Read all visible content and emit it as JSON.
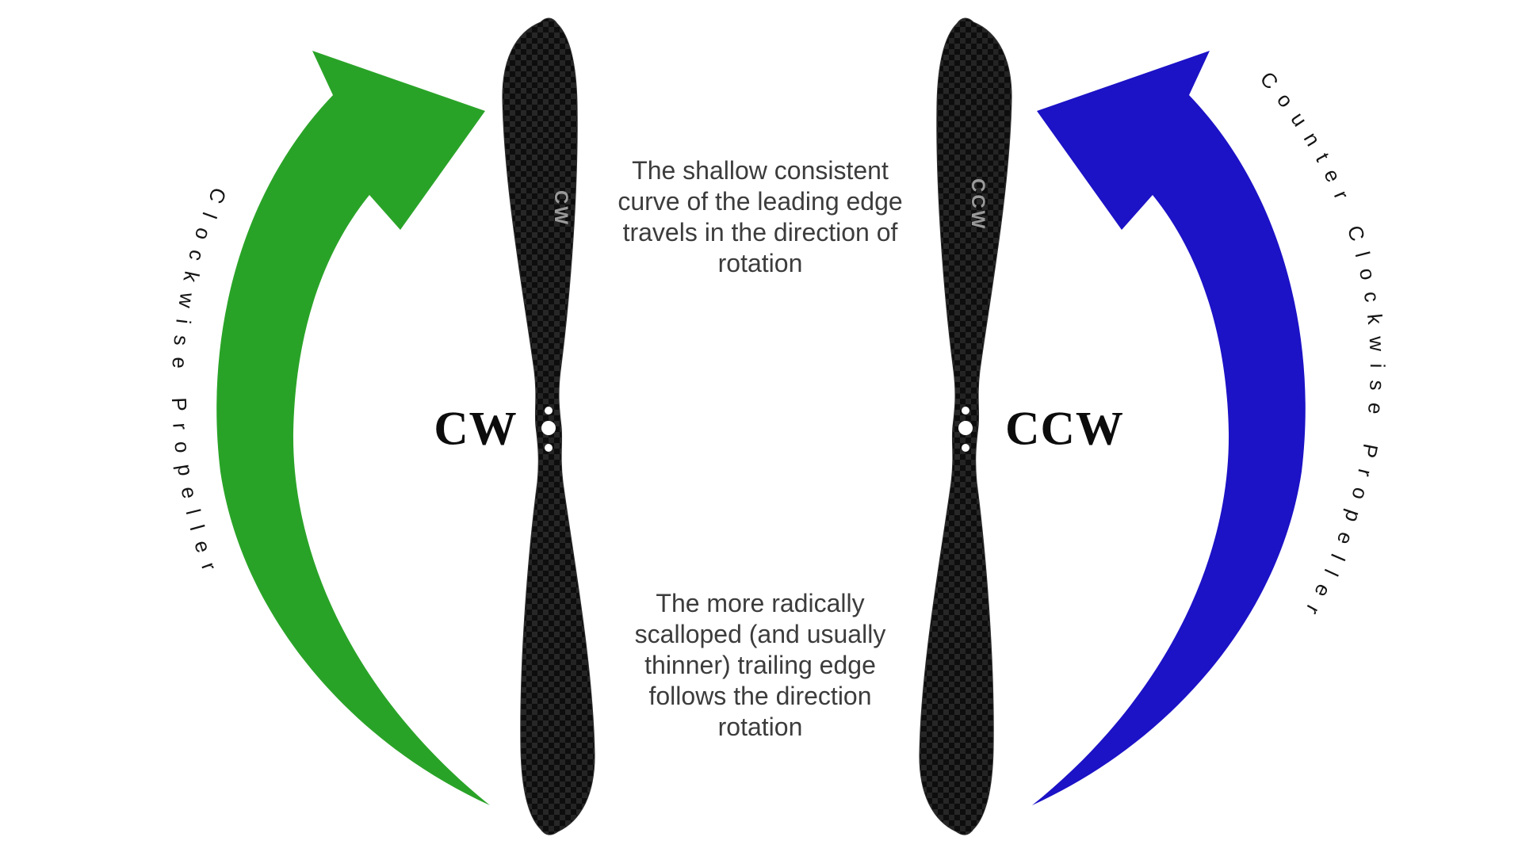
{
  "diagram": {
    "left_label": "Clockwise Propeller",
    "right_label": "Counter Clockwise Propeller",
    "cw_title": "CW",
    "ccw_title": "CCW",
    "cw_blade_marking": "CW",
    "ccw_blade_marking": "CCW",
    "top_note_lines": [
      "The shallow consistent",
      "curve of the leading edge",
      "travels in the direction of",
      "rotation"
    ],
    "bottom_note_lines": [
      "The more radically",
      "scalloped (and usually",
      "thinner) trailing edge",
      "follows the direction",
      "rotation"
    ],
    "colors": {
      "cw_arrow": "#29a327",
      "ccw_arrow": "#1c12c6",
      "propeller": "#161616"
    }
  }
}
